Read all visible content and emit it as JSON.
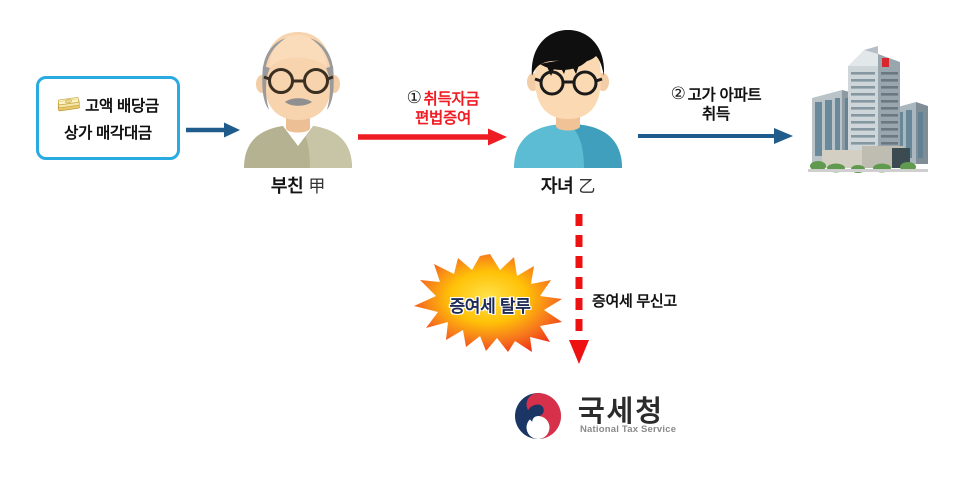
{
  "diagram": {
    "title_hidden": "",
    "source_box": {
      "icon": "money-bundle-icon",
      "line1": "고액 배당금",
      "line2": "상가 매각대금",
      "border_color": "#29abe2"
    },
    "people": [
      {
        "id": "father",
        "label_ko": "부친",
        "label_cjk": "甲",
        "avatar": "elderly-man-avatar"
      },
      {
        "id": "child",
        "label_ko": "자녀",
        "label_cjk": "乙",
        "avatar": "young-man-avatar"
      }
    ],
    "property": {
      "name": "apartment-building-image"
    },
    "steps": [
      {
        "number": "①",
        "line1": "취득자금",
        "line2": "편법증여",
        "color": "#ee1c23",
        "arrow": "red-arrow-right"
      },
      {
        "number": "②",
        "line1": "고가 아파트",
        "line2": "취득",
        "color": "#111111",
        "arrow": "blue-arrow-right"
      }
    ],
    "funding_arrow": {
      "name": "blue-arrow-right",
      "color": "#1f5c8b"
    },
    "burst": {
      "text": "증여세 탈루",
      "fill_outer": "#f0331a",
      "fill_inner": "#ffd400",
      "text_color": "#1f2a55"
    },
    "dashed_arrow": {
      "name": "red-dashed-arrow-down",
      "color": "#ee1111"
    },
    "unreported_label": "증여세 무신고",
    "nts": {
      "korean": "국세청",
      "english": "National Tax Service",
      "mark": "taegeuk-logo-icon",
      "mark_blue": "#1b3664",
      "mark_red": "#d6304a"
    }
  }
}
